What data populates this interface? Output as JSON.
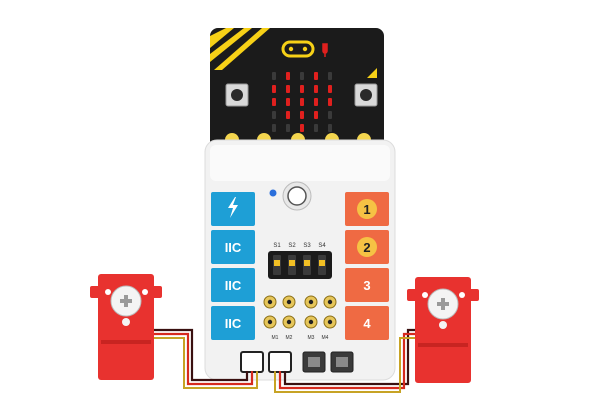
{
  "ports_left": [
    "IIC",
    "IIC",
    "IIC"
  ],
  "ports_right": [
    "1",
    "2",
    "3",
    "4"
  ],
  "switch_labels": [
    "S1",
    "S2",
    "S3",
    "S4"
  ],
  "motor_labels": [
    "M1",
    "M2",
    "M3",
    "M4"
  ],
  "led_matrix": [
    [
      0,
      1,
      0,
      1,
      0
    ],
    [
      1,
      1,
      1,
      1,
      1
    ],
    [
      1,
      1,
      1,
      1,
      1
    ],
    [
      0,
      1,
      1,
      1,
      0
    ],
    [
      0,
      0,
      1,
      0,
      0
    ]
  ],
  "colors": {
    "board_black": "#1b1b1b",
    "stripe_yellow": "#f7d117",
    "port_blue": "#1e9fd6",
    "port_orange": "#ef6a43",
    "num_circle": "#f6c244",
    "servo_red": "#e8322f",
    "wire_dark": "#3a1010",
    "wire_red": "#d62a1e",
    "led_red": "#e0201e"
  }
}
